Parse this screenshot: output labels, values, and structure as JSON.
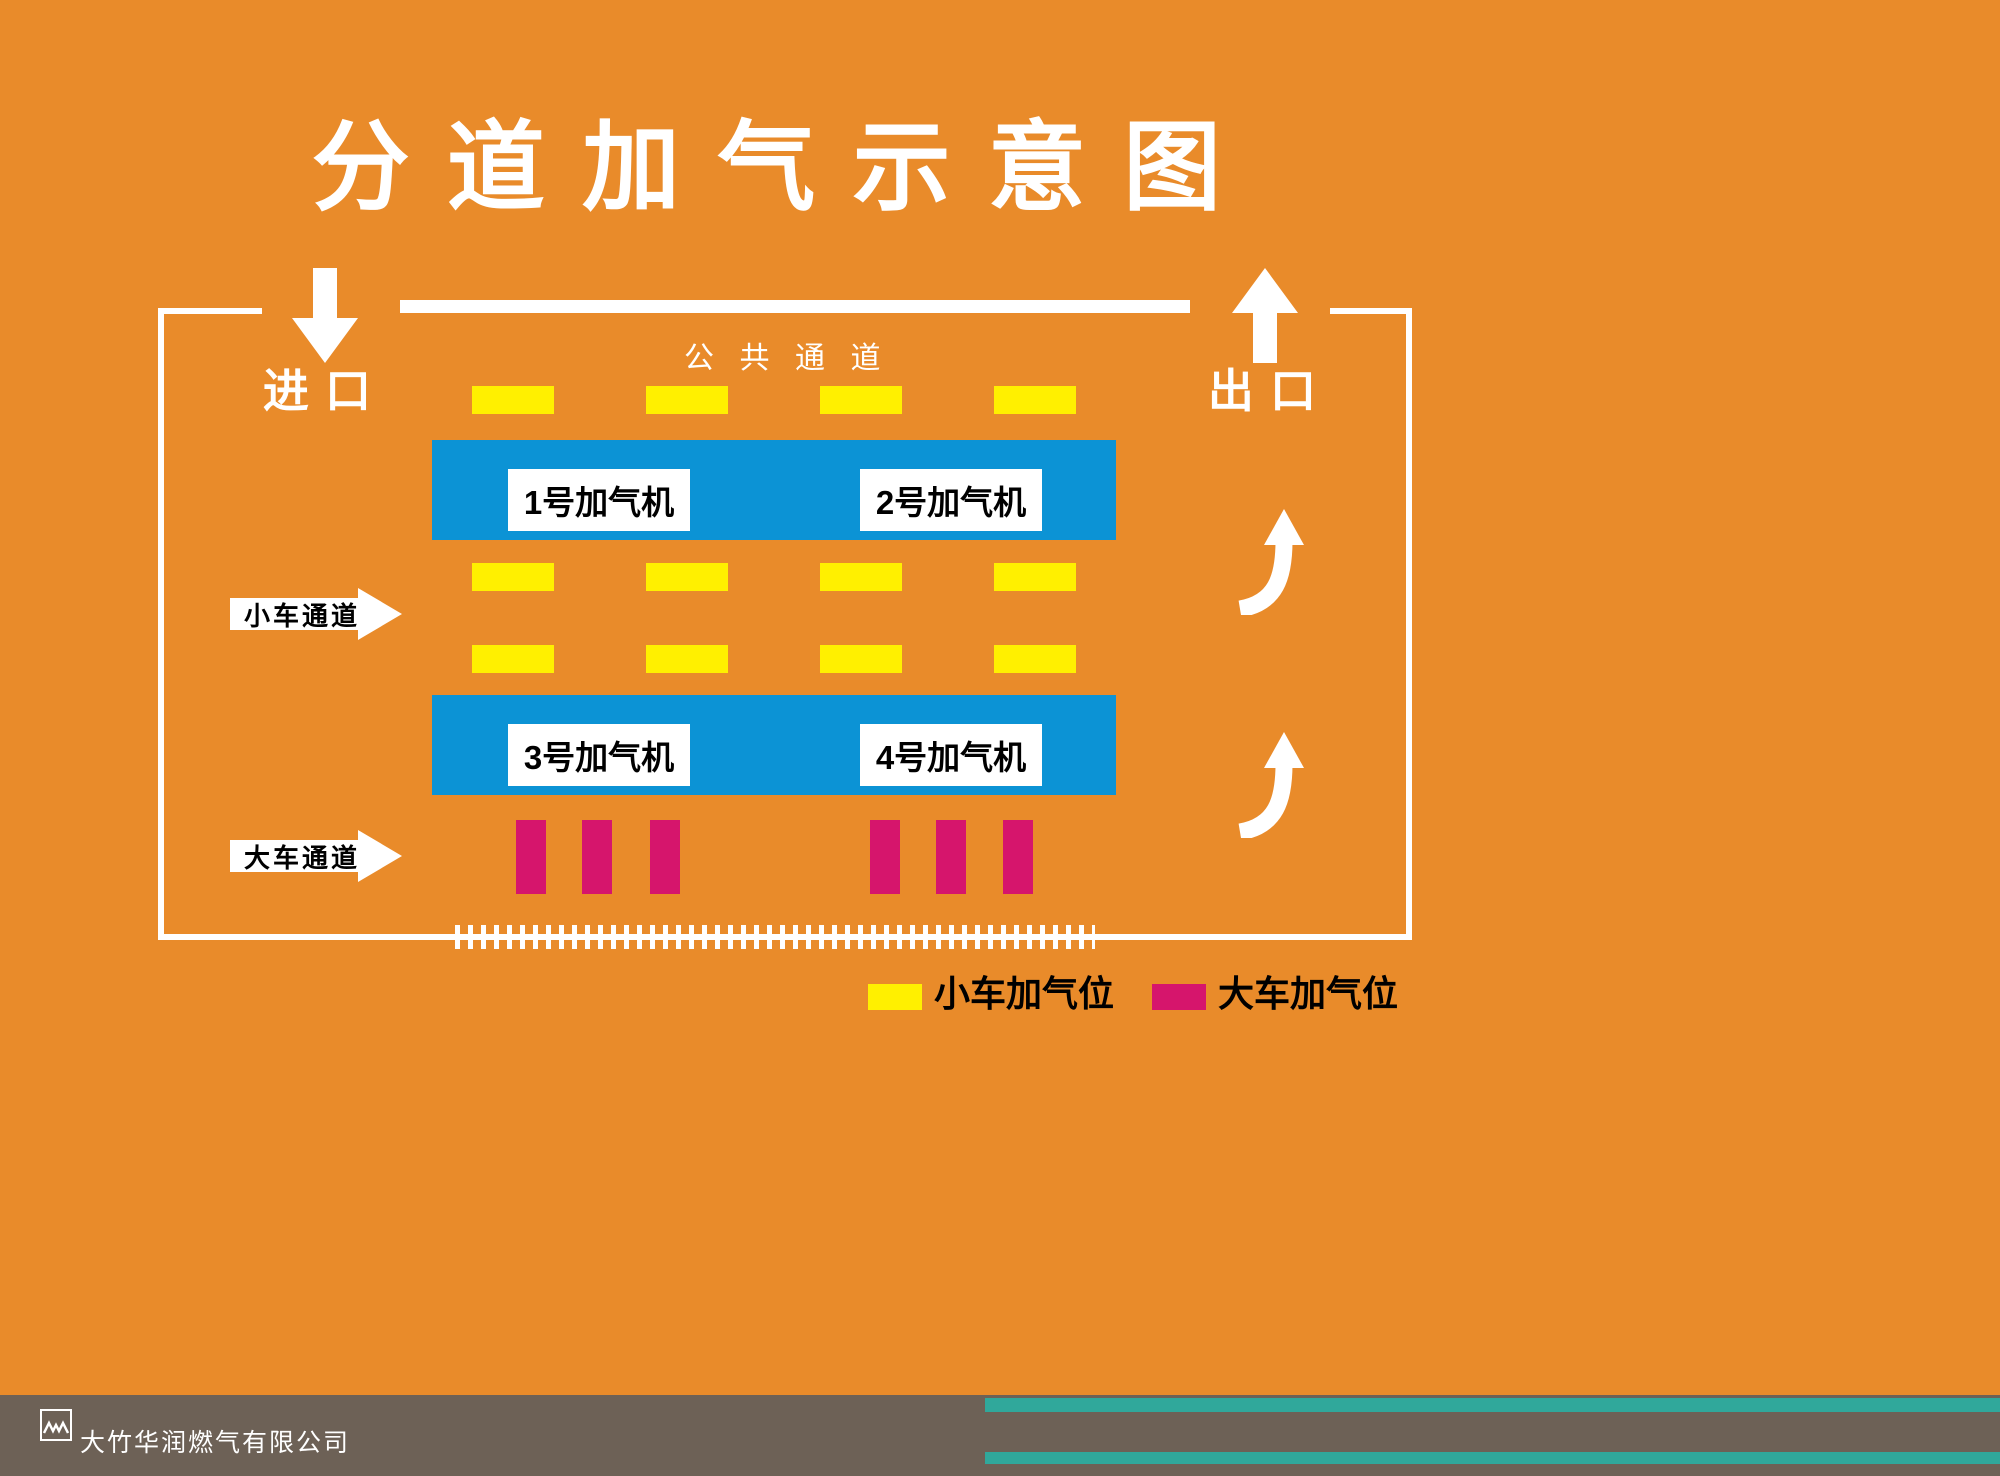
{
  "title": "分道加气示意图",
  "diagram": {
    "entrance_label": "进口",
    "exit_label": "出口",
    "public_lane_label": "公共通道",
    "small_car_lane_label": "小车通道",
    "large_car_lane_label": "大车通道",
    "dispensers": [
      "1号加气机",
      "2号加气机",
      "3号加气机",
      "4号加气机"
    ]
  },
  "legend": {
    "small_car": "小车加气位",
    "large_car": "大车加气位"
  },
  "footer": {
    "company": "大竹华润燃气有限公司"
  },
  "colors": {
    "background": "#E98B2A",
    "small_car_spot": "#FFF000",
    "large_car_spot": "#D6156C",
    "dispenser_bar": "#0C93D5",
    "footer_bar": "#6D6156",
    "accent_teal": "#30A89B",
    "line": "#FFFFFF"
  }
}
